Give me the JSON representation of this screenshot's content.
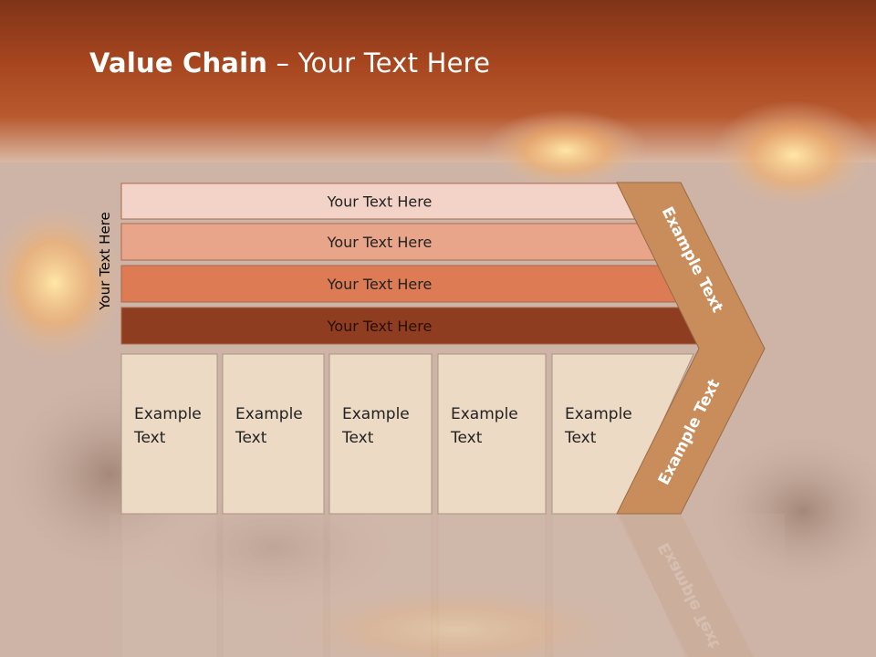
{
  "slide": {
    "title_bold": "Value Chain",
    "title_rest": " – Your Text Here",
    "side_label": "Your Text Here"
  },
  "bars": [
    {
      "label": "Your Text Here",
      "color": "#f3d3c7"
    },
    {
      "label": "Your Text Here",
      "color": "#e8a58a"
    },
    {
      "label": "Your Text Here",
      "color": "#dd7b55"
    },
    {
      "label": "Your Text Here",
      "color": "#8f3d20"
    }
  ],
  "columns": [
    {
      "line1": "Example",
      "line2": "Text"
    },
    {
      "line1": "Example",
      "line2": "Text"
    },
    {
      "line1": "Example",
      "line2": "Text"
    },
    {
      "line1": "Example",
      "line2": "Text"
    },
    {
      "line1": "Example",
      "line2": "Text"
    }
  ],
  "chevron": {
    "upper_text": "Example Text",
    "lower_text": "Example Text",
    "color": "#c98d5b"
  },
  "colors": {
    "header_band": "#9c3f1c",
    "column_fill": "#ecdac5"
  }
}
